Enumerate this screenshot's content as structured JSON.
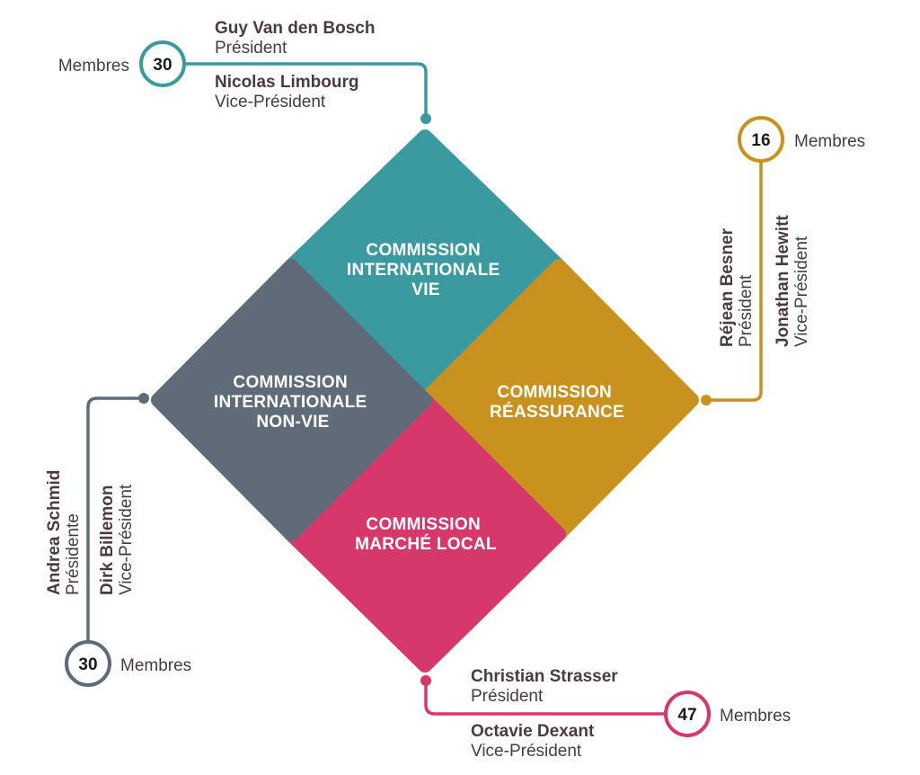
{
  "colors": {
    "vie": "#3b9aa0",
    "reassurance": "#c9921e",
    "marche_local": "#d6386b",
    "non_vie": "#5f6b78",
    "text": "#4b3a3e"
  },
  "commissions": {
    "vie": {
      "lines": [
        "COMMISSION",
        "INTERNATIONALE",
        "VIE"
      ]
    },
    "reassurance": {
      "lines": [
        "COMMISSION",
        "RÉASSURANCE"
      ]
    },
    "marche_local": {
      "lines": [
        "COMMISSION",
        "MARCHÉ LOCAL"
      ]
    },
    "non_vie": {
      "lines": [
        "COMMISSION",
        "INTERNATIONALE",
        "NON-VIE"
      ]
    }
  },
  "vie": {
    "count": "30",
    "members_label": "Membres",
    "president_name": "Guy Van den Bosch",
    "president_role": "Président",
    "vice_name": "Nicolas Limbourg",
    "vice_role": "Vice-Président"
  },
  "reassurance": {
    "count": "16",
    "members_label": "Membres",
    "president_name": "Réjean Besner",
    "president_role": "Président",
    "vice_name": "Jonathan Hewitt",
    "vice_role": "Vice-Président"
  },
  "marche_local": {
    "count": "47",
    "members_label": "Membres",
    "president_name": "Christian Strasser",
    "president_role": "Président",
    "vice_name": "Octavie Dexant",
    "vice_role": "Vice-Président"
  },
  "non_vie": {
    "count": "30",
    "members_label": "Membres",
    "president_name": "Andrea Schmid",
    "president_role": "Présidente",
    "vice_name": "Dirk Billemon",
    "vice_role": "Vice-Président"
  }
}
